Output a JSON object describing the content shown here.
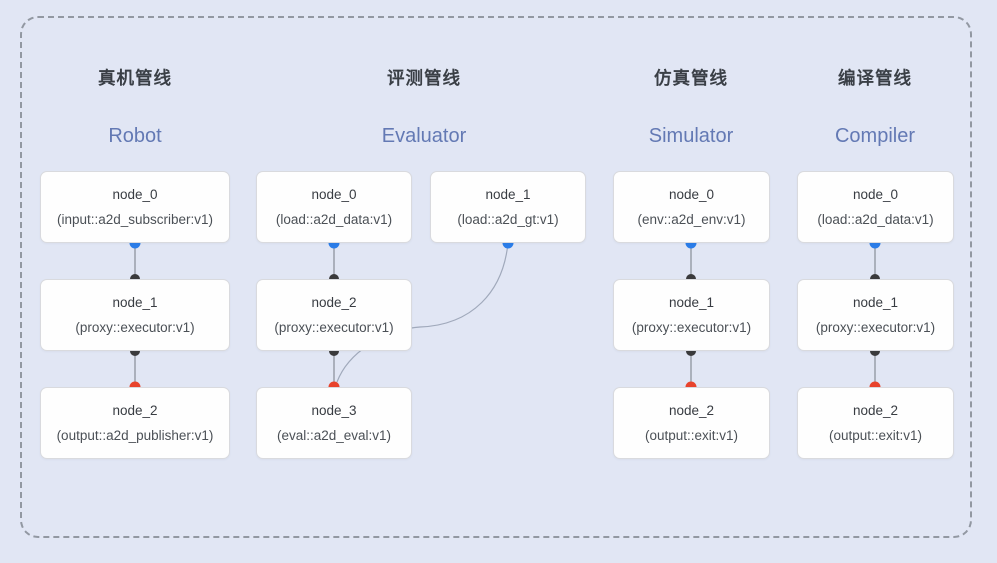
{
  "pipelines": [
    {
      "title_zh": "真机管线",
      "title_en": "Robot",
      "nodes": [
        {
          "name": "node_0",
          "type": "(input::a2d_subscriber:v1)"
        },
        {
          "name": "node_1",
          "type": "(proxy::executor:v1)"
        },
        {
          "name": "node_2",
          "type": "(output::a2d_publisher:v1)"
        }
      ]
    },
    {
      "title_zh": "评测管线",
      "title_en": "Evaluator",
      "nodes": [
        {
          "name": "node_0",
          "type": "(load::a2d_data:v1)"
        },
        {
          "name": "node_1",
          "type": "(load::a2d_gt:v1)"
        },
        {
          "name": "node_2",
          "type": "(proxy::executor:v1)"
        },
        {
          "name": "node_3",
          "type": "(eval::a2d_eval:v1)"
        }
      ]
    },
    {
      "title_zh": "仿真管线",
      "title_en": "Simulator",
      "nodes": [
        {
          "name": "node_0",
          "type": "(env::a2d_env:v1)"
        },
        {
          "name": "node_1",
          "type": "(proxy::executor:v1)"
        },
        {
          "name": "node_2",
          "type": "(output::exit:v1)"
        }
      ]
    },
    {
      "title_zh": "编译管线",
      "title_en": "Compiler",
      "nodes": [
        {
          "name": "node_0",
          "type": "(load::a2d_data:v1)"
        },
        {
          "name": "node_1",
          "type": "(proxy::executor:v1)"
        },
        {
          "name": "node_2",
          "type": "(output::exit:v1)"
        }
      ]
    }
  ],
  "colors": {
    "background": "#e1e6f4",
    "frame_border": "#9298a2",
    "node_bg": "#fefefe",
    "node_border": "#d9dade",
    "title_zh": "#3a3f46",
    "title_en": "#6379b4",
    "edge": "#878d96",
    "output_port_blue": "#2b7de9",
    "input_port_dark": "#3a3a3c",
    "result_port_red": "#e8432c"
  }
}
